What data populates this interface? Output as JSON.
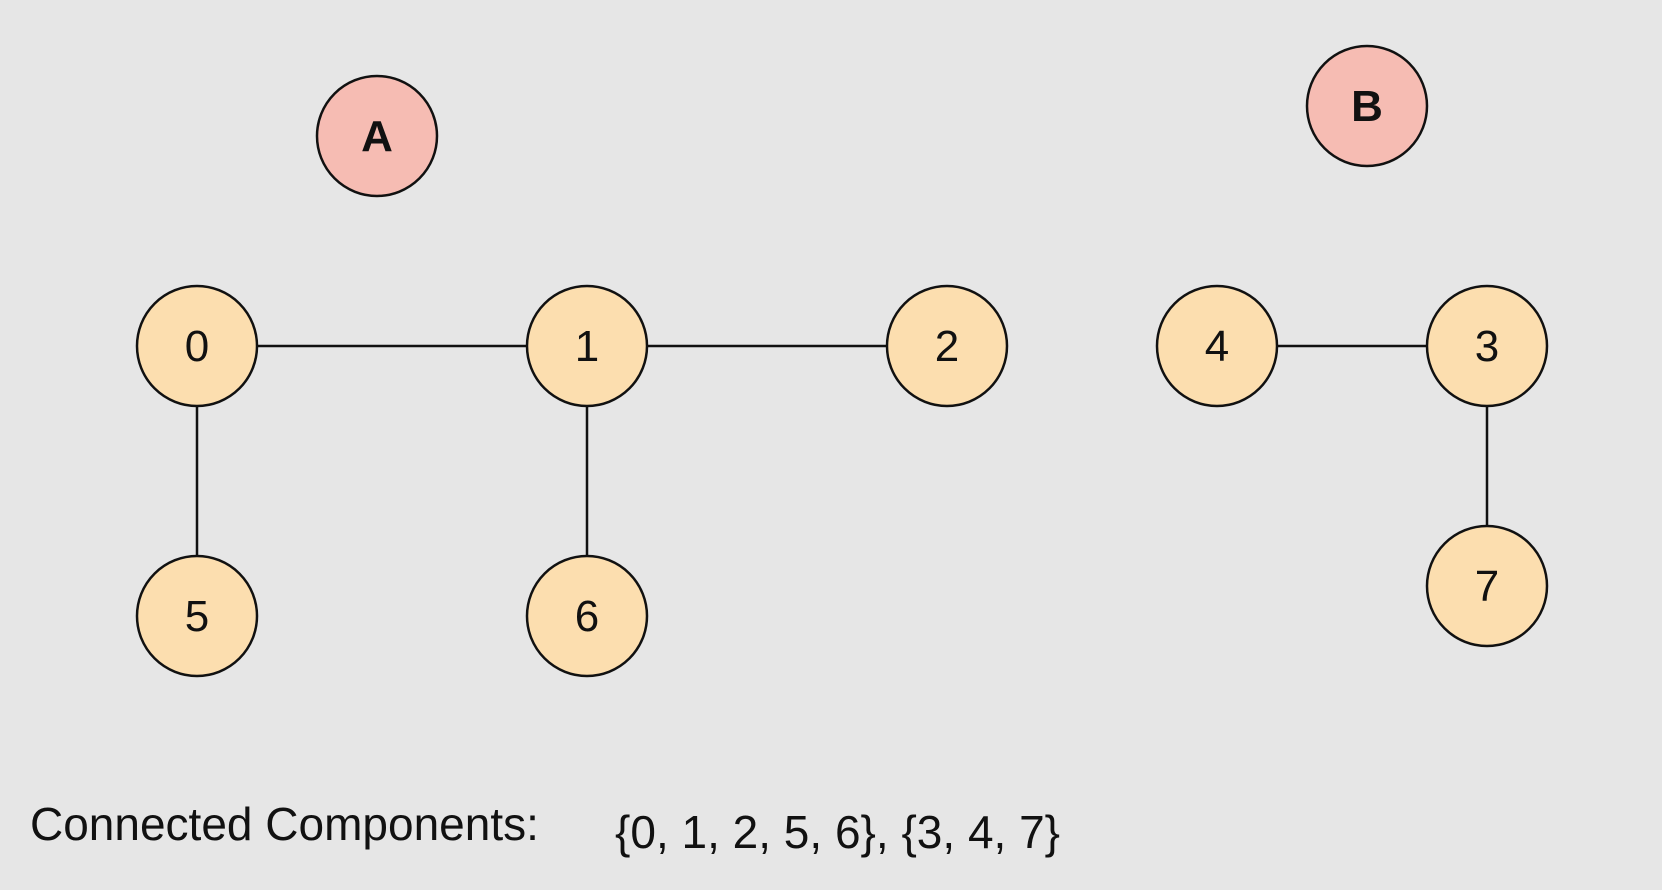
{
  "colors": {
    "background": "#e6e6e6",
    "vertex_fill": "#fcdeaf",
    "component_label_fill": "#f6bcb3",
    "stroke": "#111111"
  },
  "component_labels": [
    {
      "id": "A",
      "label": "A"
    },
    {
      "id": "B",
      "label": "B"
    }
  ],
  "vertices": [
    {
      "id": "0",
      "label": "0"
    },
    {
      "id": "1",
      "label": "1"
    },
    {
      "id": "2",
      "label": "2"
    },
    {
      "id": "3",
      "label": "3"
    },
    {
      "id": "4",
      "label": "4"
    },
    {
      "id": "5",
      "label": "5"
    },
    {
      "id": "6",
      "label": "6"
    },
    {
      "id": "7",
      "label": "7"
    }
  ],
  "edges": [
    {
      "from": "0",
      "to": "1"
    },
    {
      "from": "1",
      "to": "2"
    },
    {
      "from": "0",
      "to": "5"
    },
    {
      "from": "1",
      "to": "6"
    },
    {
      "from": "4",
      "to": "3"
    },
    {
      "from": "3",
      "to": "7"
    }
  ],
  "caption": {
    "label": "Connected Components:",
    "value": "{0, 1, 2, 5, 6}, {3, 4, 7}"
  }
}
